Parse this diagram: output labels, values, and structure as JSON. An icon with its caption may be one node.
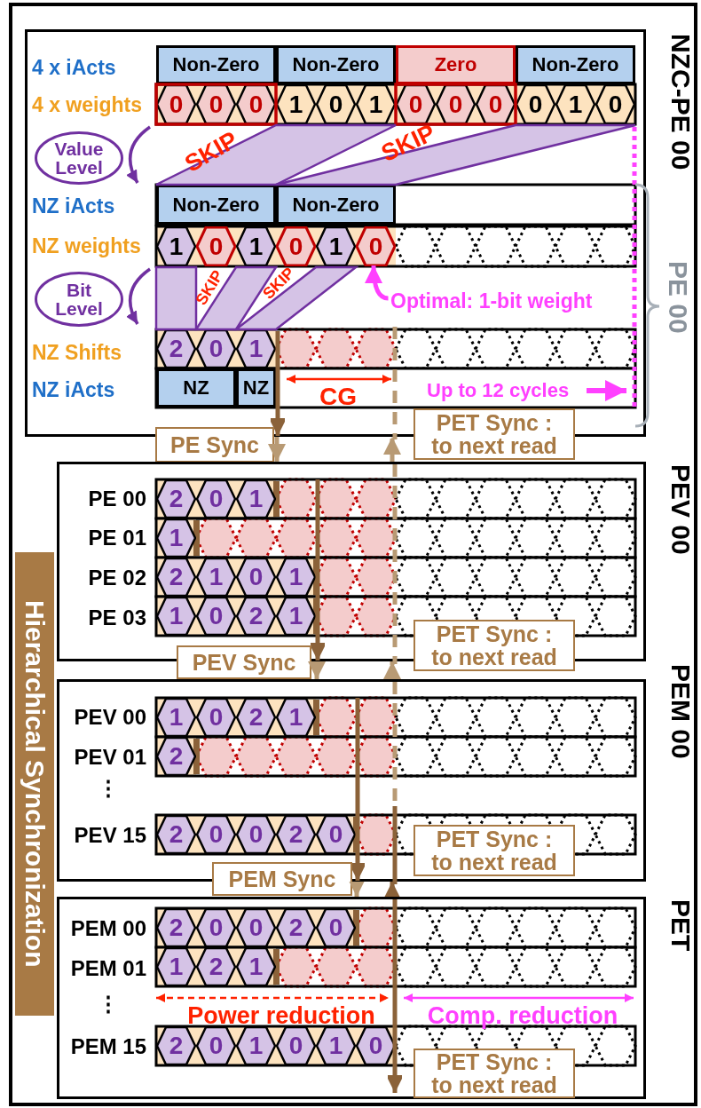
{
  "diagram": {
    "nodes": [
      {
        "text": [
          "NZC-PE 00"
        ]
      },
      {
        "text": [
          "Non-Zero"
        ],
        "in": 0
      },
      {
        "text": [
          "Non-Zero"
        ],
        "in": 0
      },
      {
        "text": [
          "Zero"
        ],
        "in": 0
      },
      {
        "text": [
          "Non-Zero"
        ],
        "in": 0
      },
      {
        "text": [
          "0"
        ],
        "in": 0
      },
      {
        "text": [
          "0"
        ],
        "in": 0
      },
      {
        "text": [
          "0"
        ],
        "in": 0
      },
      {
        "text": [
          "1"
        ],
        "in": 0
      },
      {
        "text": [
          "0"
        ],
        "in": 0
      },
      {
        "text": [
          "1"
        ],
        "in": 0
      },
      {
        "text": [
          "0"
        ],
        "in": 0
      },
      {
        "text": [
          "0"
        ],
        "in": 0
      },
      {
        "text": [
          "0"
        ],
        "in": 0
      },
      {
        "text": [
          "0"
        ],
        "in": 0
      },
      {
        "text": [
          "1"
        ],
        "in": 0
      },
      {
        "text": [
          "0"
        ],
        "in": 0
      },
      {
        "text": [
          "Value Level"
        ],
        "in": 0
      },
      {
        "text": [
          "Non-Zero"
        ],
        "in": 0
      },
      {
        "text": [
          "Non-Zero"
        ],
        "in": 0
      },
      {
        "text": [
          "1"
        ],
        "in": 0
      },
      {
        "text": [
          "0"
        ],
        "in": 0
      },
      {
        "text": [
          "1"
        ],
        "in": 0
      },
      {
        "text": [
          "0"
        ],
        "in": 0
      },
      {
        "text": [
          "1"
        ],
        "in": 0
      },
      {
        "text": [
          "0"
        ],
        "in": 0
      },
      {
        "text": [
          "Bit Level"
        ],
        "in": 0
      },
      {
        "text": [
          "Optimal: 1-bit weight"
        ],
        "in": 0
      },
      {
        "text": [
          "2"
        ],
        "in": 0
      },
      {
        "text": [
          "0"
        ],
        "in": 0
      },
      {
        "text": [
          "1"
        ],
        "in": 0
      },
      {
        "text": [
          "NZ"
        ],
        "in": 0
      },
      {
        "text": [
          "NZ"
        ],
        "in": 0
      },
      {
        "text": [
          "Hierarchical Synchronization"
        ]
      },
      {
        "text": [
          "PEV 00"
        ]
      },
      {
        "text": [
          "2"
        ],
        "in": 34
      },
      {
        "text": [
          "0"
        ],
        "in": 34
      },
      {
        "text": [
          "1"
        ],
        "in": 34
      },
      {
        "text": [
          "1"
        ],
        "in": 34
      },
      {
        "text": [
          "2"
        ],
        "in": 34
      },
      {
        "text": [
          "1"
        ],
        "in": 34
      },
      {
        "text": [
          "0"
        ],
        "in": 34
      },
      {
        "text": [
          "1"
        ],
        "in": 34
      },
      {
        "text": [
          "1"
        ],
        "in": 34
      },
      {
        "text": [
          "0"
        ],
        "in": 34
      },
      {
        "text": [
          "2"
        ],
        "in": 34
      },
      {
        "text": [
          "1"
        ],
        "in": 34
      },
      {
        "text": [
          "PEM 00"
        ]
      },
      {
        "text": [
          "1"
        ],
        "in": 47
      },
      {
        "text": [
          "0"
        ],
        "in": 47
      },
      {
        "text": [
          "2"
        ],
        "in": 47
      },
      {
        "text": [
          "1"
        ],
        "in": 47
      },
      {
        "text": [
          "2"
        ],
        "in": 47
      },
      {
        "text": [
          "2"
        ],
        "in": 47
      },
      {
        "text": [
          "0"
        ],
        "in": 47
      },
      {
        "text": [
          "0"
        ],
        "in": 47
      },
      {
        "text": [
          "2"
        ],
        "in": 47
      },
      {
        "text": [
          "0"
        ],
        "in": 47
      },
      {
        "text": [
          "PET"
        ]
      },
      {
        "text": [
          "2"
        ],
        "in": 58
      },
      {
        "text": [
          "0"
        ],
        "in": 58
      },
      {
        "text": [
          "0"
        ],
        "in": 58
      },
      {
        "text": [
          "2"
        ],
        "in": 58
      },
      {
        "text": [
          "0"
        ],
        "in": 58
      },
      {
        "text": [
          "1"
        ],
        "in": 58
      },
      {
        "text": [
          "2"
        ],
        "in": 58
      },
      {
        "text": [
          "1"
        ],
        "in": 58
      },
      {
        "text": [
          "2"
        ],
        "in": 58
      },
      {
        "text": [
          "0"
        ],
        "in": 58
      },
      {
        "text": [
          "1"
        ],
        "in": 58
      },
      {
        "text": [
          "0"
        ],
        "in": 58
      },
      {
        "text": [
          "1"
        ],
        "in": 58
      },
      {
        "text": [
          "0"
        ],
        "in": 58
      }
    ],
    "edges": [
      {
        "from": 0,
        "to": 34,
        "arrow": "to",
        "label": "PE Sync"
      },
      {
        "from": 34,
        "to": 0,
        "arrow": "to",
        "style": "dashed",
        "label": "PET Sync : to next read"
      },
      {
        "from": 34,
        "to": 47,
        "arrow": "to",
        "label": "PEV Sync"
      },
      {
        "from": 47,
        "to": 34,
        "arrow": "to",
        "style": "dashed",
        "label": "PET Sync : to next read"
      },
      {
        "from": 47,
        "to": 58,
        "arrow": "to",
        "label": "PEM Sync"
      },
      {
        "from": 58,
        "to": 47,
        "arrow": "to",
        "color": "#8b6239",
        "label": "PET Sync : to next read"
      },
      {
        "from": 27,
        "to": 25,
        "arrow": "to",
        "color": "#ff40ff"
      }
    ],
    "labels": [
      "4 x iActs",
      "4 x weights",
      "SKIP",
      "SKIP",
      "NZ iActs",
      "NZ weights",
      "SKIP",
      "SKIP",
      "PE 00",
      "NZ Shifts",
      "NZ iActs",
      "CG",
      "Up to 12 cycles",
      "PE 00",
      "PE 01",
      "PE 02",
      "PE 03",
      "PEV 00",
      "PEV 01",
      "⋮",
      "PEV 15",
      "PEM 00",
      "PEM 01",
      "⋮",
      "Power reduction",
      "Comp. reduction",
      "PEM 15",
      "PET Sync : to next read"
    ]
  }
}
